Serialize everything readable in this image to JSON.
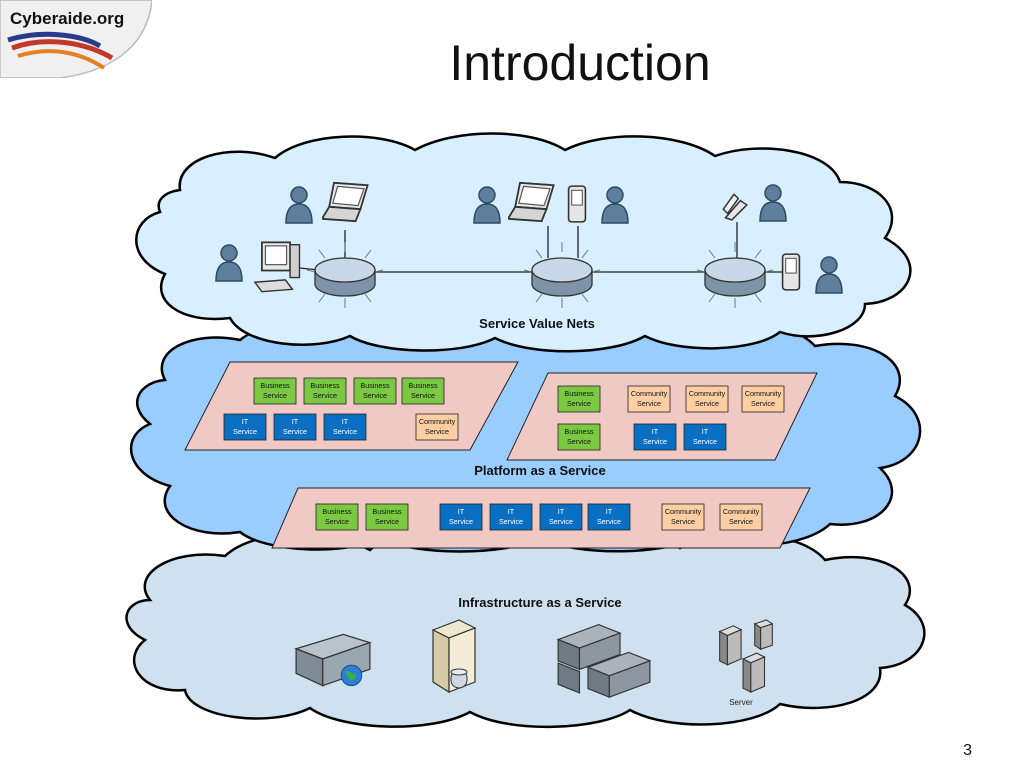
{
  "logo": {
    "text": "Cyberaide.org"
  },
  "title": "Introduction",
  "page_number": "3",
  "clouds": {
    "top": {
      "label": "Service Value Nets"
    },
    "middle": {
      "label": "Platform as a Service"
    },
    "bottom": {
      "label": "Infrastructure as a Service",
      "server_label": "Server"
    }
  },
  "service_box": {
    "business": [
      "Business",
      "Service"
    ],
    "it": [
      "IT",
      "Service"
    ],
    "community": [
      "Community",
      "Service"
    ]
  },
  "colors": {
    "cloud_top": "#d7efff",
    "cloud_middle": "#99ccff",
    "cloud_bottom": "#cfe0ee",
    "platform_panel": "#f0c9c4",
    "business": "#7bc943",
    "it": "#0a6fc2",
    "community": "#ffcfa3"
  },
  "icons": [
    "person-icon",
    "laptop-icon",
    "desktop-computer-icon",
    "mobile-phone-icon",
    "router-icon",
    "web-server-icon",
    "database-server-icon",
    "server-rack-icon",
    "server-tower-icon"
  ]
}
